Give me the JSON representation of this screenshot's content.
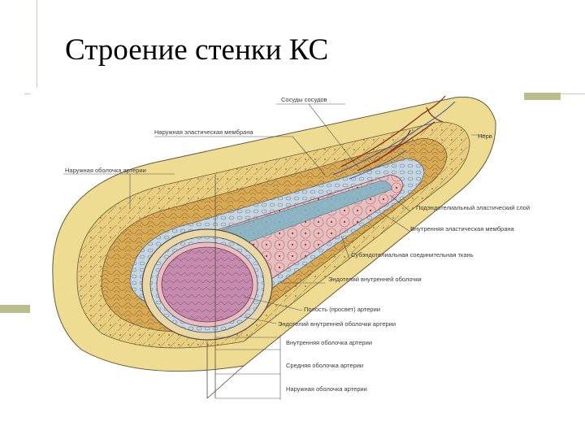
{
  "slide": {
    "title": "Строение стенки КС"
  },
  "diagram": {
    "labels": {
      "vasa_vasorum": "Сосуды сосудов",
      "external_elastic_membrane": "Наружная эластическая мембрана",
      "adventitia_top": "Наружная оболочка артерии",
      "nerve": "Нерв",
      "subendothelial_elastic_layer": "Подэндотелиальный эластический слой",
      "internal_elastic_membrane": "Внутренняя эластическая мембрана",
      "subendothelial_connective_tissue": "Субэндотелиальная соединительная ткань",
      "inner_tunica_endothelium": "Эндотелий внутренней оболочки",
      "lumen": "Полость (просвет) артерии",
      "endothelium_of_intima": "Эндотелий внутренней оболочки артерии",
      "tunica_intima": "Внутренняя оболочка артерии",
      "tunica_media": "Средняя оболочка артерии",
      "tunica_externa": "Наружная оболочка артерии"
    },
    "colors": {
      "adventitia": "#eedc92",
      "media": "#d9aa55",
      "elastic": "#c7d6e0",
      "intima": "#e8bfc0",
      "lumen": "#c68aac",
      "lumen_inner": "#b57ba3",
      "endothelium": "#7fb4c4",
      "vessel": "#8a3a2a",
      "outline": "#5a4a3a"
    },
    "icons": [
      "artery-cross-section-illustration",
      "blood-vessel-icon",
      "nerve-icon"
    ]
  }
}
